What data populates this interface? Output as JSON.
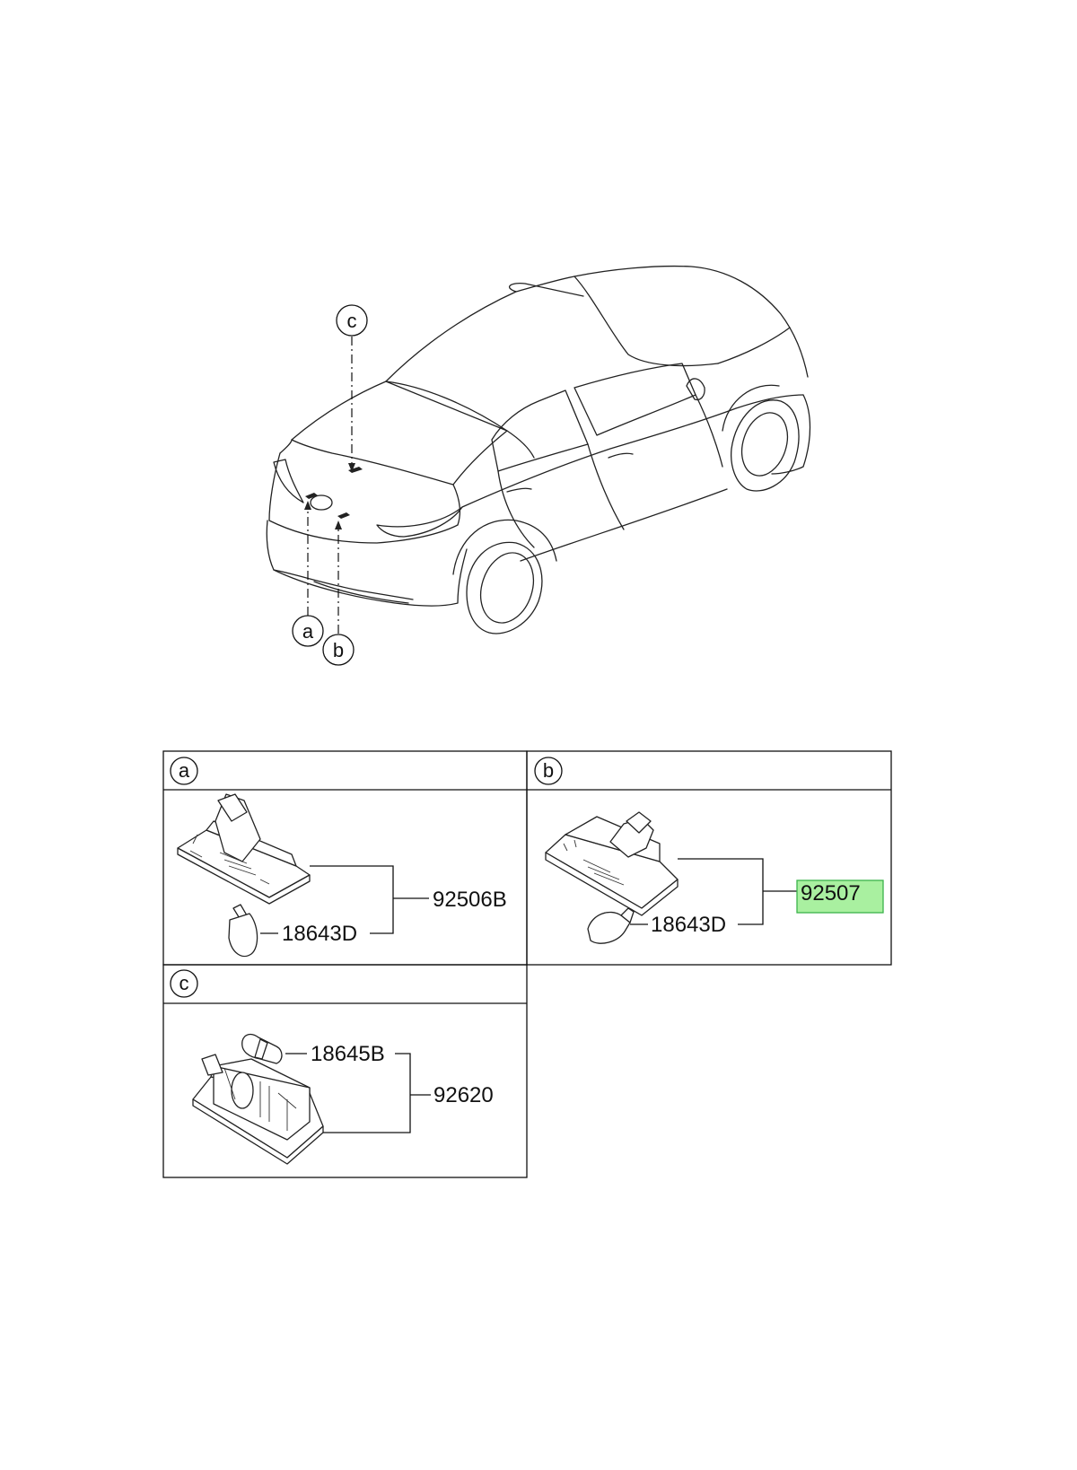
{
  "callouts": {
    "a": "a",
    "b": "b",
    "c": "c"
  },
  "panel_a": {
    "label": "a",
    "parts": {
      "assembly": "92506B",
      "bulb": "18643D"
    }
  },
  "panel_b": {
    "label": "b",
    "parts": {
      "assembly": "92507",
      "bulb": "18643D"
    },
    "highlighted_part": "92507"
  },
  "panel_c": {
    "label": "c",
    "parts": {
      "assembly": "92620",
      "bulb": "18645B"
    }
  },
  "colors": {
    "highlight_fill": "#a9f0a0",
    "highlight_border": "#3bb34a",
    "line": "#222222"
  }
}
